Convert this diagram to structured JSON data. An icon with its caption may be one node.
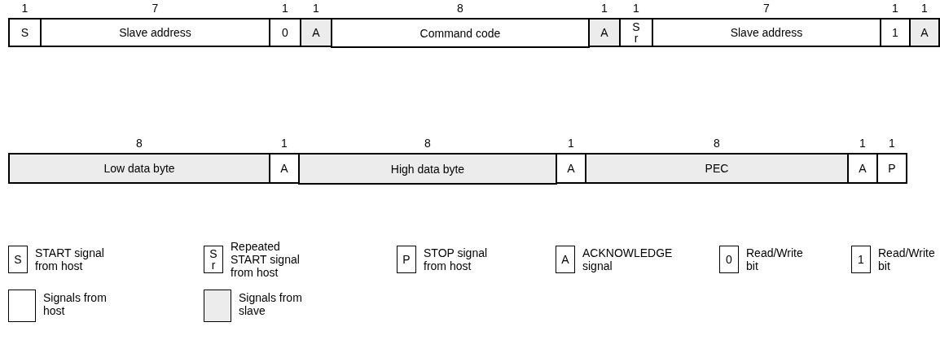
{
  "diagram": {
    "nodes": [
      {
        "text": [
          "S"
        ],
        "beside": [
          "1"
        ]
      },
      {
        "text": [
          "Slave address"
        ],
        "beside": [
          "7"
        ]
      },
      {
        "text": [
          "0"
        ],
        "beside": [
          "1"
        ]
      },
      {
        "text": [
          "A"
        ],
        "beside": [
          "1"
        ]
      },
      {
        "text": [
          "Command code"
        ],
        "beside": [
          "8"
        ]
      },
      {
        "text": [
          "A"
        ],
        "beside": [
          "1"
        ]
      },
      {
        "text": [
          "Sr"
        ],
        "beside": [
          "1"
        ]
      },
      {
        "text": [
          "Slave address"
        ],
        "beside": [
          "7"
        ]
      },
      {
        "text": [
          "1"
        ],
        "beside": [
          "1"
        ]
      },
      {
        "text": [
          "A"
        ],
        "beside": [
          "1"
        ]
      },
      {
        "text": [
          "Low data byte"
        ],
        "beside": [
          "8"
        ]
      },
      {
        "text": [
          "A"
        ],
        "beside": [
          "1"
        ]
      },
      {
        "text": [
          "High data byte"
        ],
        "beside": [
          "8"
        ]
      },
      {
        "text": [
          "A"
        ],
        "beside": [
          "1"
        ]
      },
      {
        "text": [
          "PEC"
        ],
        "beside": [
          "8"
        ]
      },
      {
        "text": [
          "A"
        ],
        "beside": [
          "1"
        ]
      },
      {
        "text": [
          "P"
        ],
        "beside": [
          "1"
        ]
      },
      {
        "text": [
          "S",
          "START signal from host"
        ]
      },
      {
        "text": [
          "Sr",
          "Repeated START signal from host"
        ]
      },
      {
        "text": [
          "P",
          "STOP signal from host"
        ]
      },
      {
        "text": [
          "A",
          "ACKNOWLEDGE signal"
        ]
      },
      {
        "text": [
          "0",
          "Read/Write bit"
        ]
      },
      {
        "text": [
          "1",
          "Read/Write bit"
        ]
      }
    ],
    "legend": [
      {
        "text": "Signals from host",
        "color": "#ffffff"
      },
      {
        "text": "Signals from slave",
        "color": "#ececec"
      }
    ]
  }
}
